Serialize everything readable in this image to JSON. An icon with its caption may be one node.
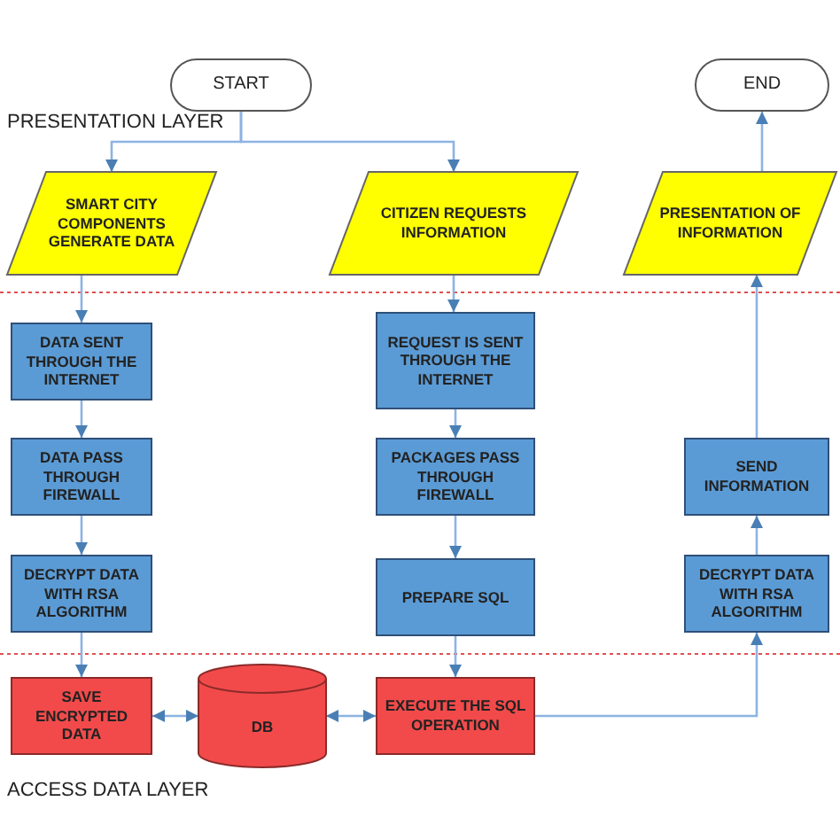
{
  "diagram": {
    "nodes": [
      {
        "text": [
          "START"
        ]
      },
      {
        "text": [
          "END"
        ]
      },
      {
        "text": [
          "SMART CITY COMPONENTS GENERATE DATA"
        ]
      },
      {
        "text": [
          "CITIZEN REQUESTS INFORMATION"
        ]
      },
      {
        "text": [
          "PRESENTATION OF INFORMATION"
        ]
      },
      {
        "text": [
          "DATA SENT THROUGH THE INTERNET"
        ]
      },
      {
        "text": [
          "REQUEST IS SENT THROUGH THE INTERNET"
        ]
      },
      {
        "text": [
          "DATA PASS THROUGH FIREWALL"
        ]
      },
      {
        "text": [
          "PACKAGES PASS THROUGH FIREWALL"
        ]
      },
      {
        "text": [
          "SEND INFORMATION"
        ]
      },
      {
        "text": [
          "DECRYPT DATA WITH RSA ALGORITHM"
        ]
      },
      {
        "text": [
          "PREPARE SQL"
        ]
      },
      {
        "text": [
          "DECRYPT DATA WITH RSA ALGORITHM"
        ]
      },
      {
        "text": [
          "SAVE ENCRYPTED DATA"
        ]
      },
      {
        "text": [
          "DB"
        ]
      },
      {
        "text": [
          "EXECUTE THE SQL OPERATION"
        ]
      }
    ],
    "edges": [
      {
        "from": 0,
        "to": 2,
        "arrow": "to"
      },
      {
        "from": 0,
        "to": 3,
        "arrow": "to"
      },
      {
        "from": 2,
        "to": 5,
        "arrow": "to"
      },
      {
        "from": 5,
        "to": 7,
        "arrow": "to"
      },
      {
        "from": 7,
        "to": 10,
        "arrow": "to"
      },
      {
        "from": 10,
        "to": 13,
        "arrow": "to"
      },
      {
        "from": 13,
        "to": 14,
        "arrow": "both"
      },
      {
        "from": 14,
        "to": 15,
        "arrow": "both"
      },
      {
        "from": 3,
        "to": 6,
        "arrow": "to"
      },
      {
        "from": 6,
        "to": 8,
        "arrow": "to"
      },
      {
        "from": 8,
        "to": 11,
        "arrow": "to"
      },
      {
        "from": 11,
        "to": 15,
        "arrow": "to"
      },
      {
        "from": 15,
        "to": 12,
        "arrow": "to"
      },
      {
        "from": 12,
        "to": 9,
        "arrow": "to"
      },
      {
        "from": 9,
        "to": 4,
        "arrow": "to"
      },
      {
        "from": 4,
        "to": 1,
        "arrow": "to"
      }
    ],
    "labels": [
      "PRESENTATION LAYER",
      "ACCESS DATA LAYER"
    ]
  }
}
